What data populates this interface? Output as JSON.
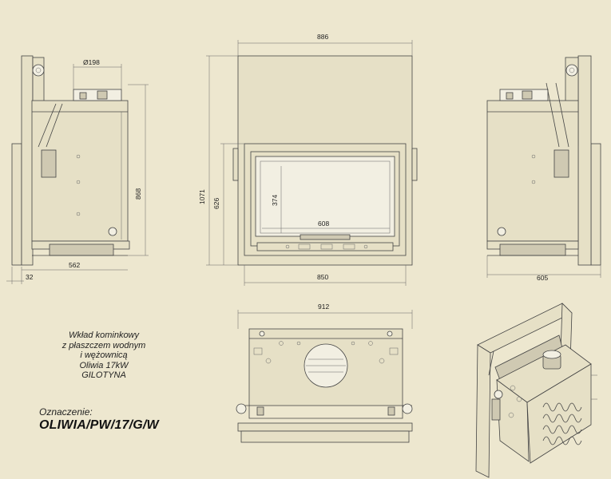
{
  "description_lines": [
    "Wkład kominkowy",
    "z płaszczem wodnym",
    "i wężownicą",
    "Oliwia 17kW",
    "GILOTYNA"
  ],
  "designation_label": "Oznaczenie:",
  "designation_code": "OLIWIA/PW/17/G/W",
  "dimensions": {
    "front_width_top": "886",
    "front_width_bottom": "850",
    "front_height_total": "1071",
    "front_height_inner": "626",
    "glass_width": "608",
    "glass_height": "374",
    "side_pipe_diameter": "Ø198",
    "side_height": "868",
    "side_depth": "562",
    "side_offset": "32",
    "right_depth": "605",
    "top_width": "912"
  }
}
